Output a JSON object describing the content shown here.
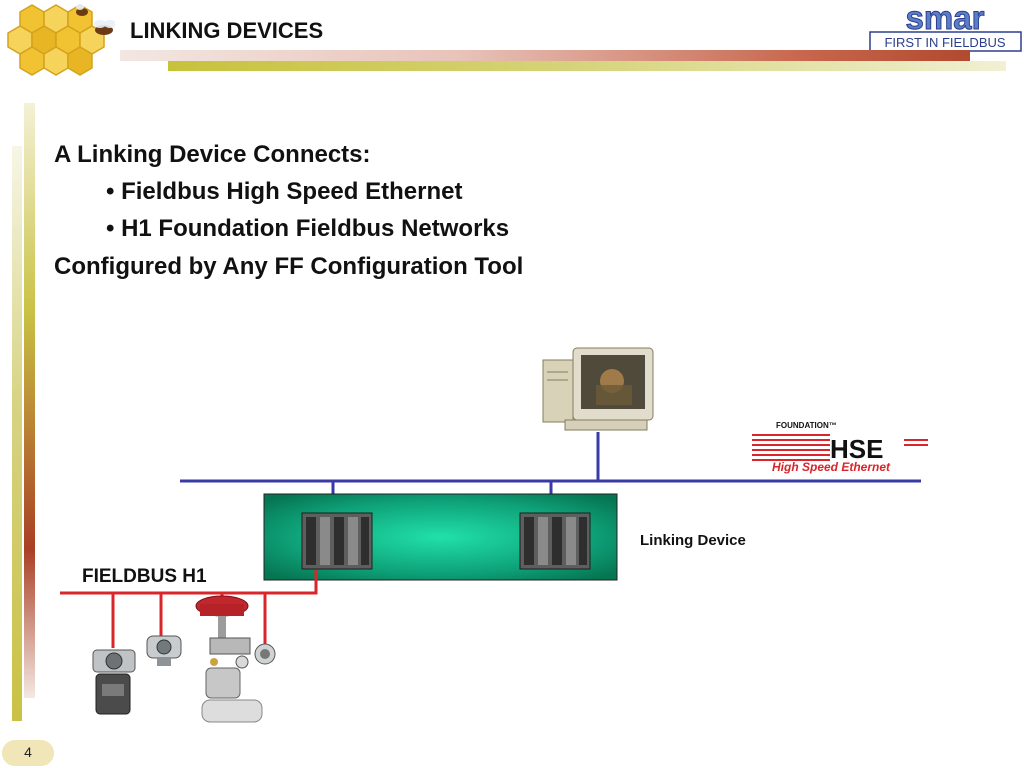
{
  "header": {
    "title": "LINKING DEVICES"
  },
  "brand": {
    "name": "smar",
    "tagline": "FIRST IN FIELDBUS"
  },
  "content": {
    "heading": "A Linking Device Connects:",
    "bullets": [
      "Fieldbus High Speed Ethernet",
      "H1 Foundation Fieldbus Networks"
    ],
    "footer_line": "Configured by Any FF Configuration Tool"
  },
  "diagram": {
    "linking_device_label": "Linking Device",
    "fieldbus_label": "FIELDBUS H1",
    "hse_logo": {
      "top": "FOUNDATION™",
      "main": "HSE",
      "sub": "High Speed Ethernet"
    }
  },
  "footer": {
    "page_number": "4"
  },
  "colors": {
    "hse_bus": "#3a3aa6",
    "h1_bus": "#d8262b",
    "linking_device_box": "#0ea178"
  }
}
